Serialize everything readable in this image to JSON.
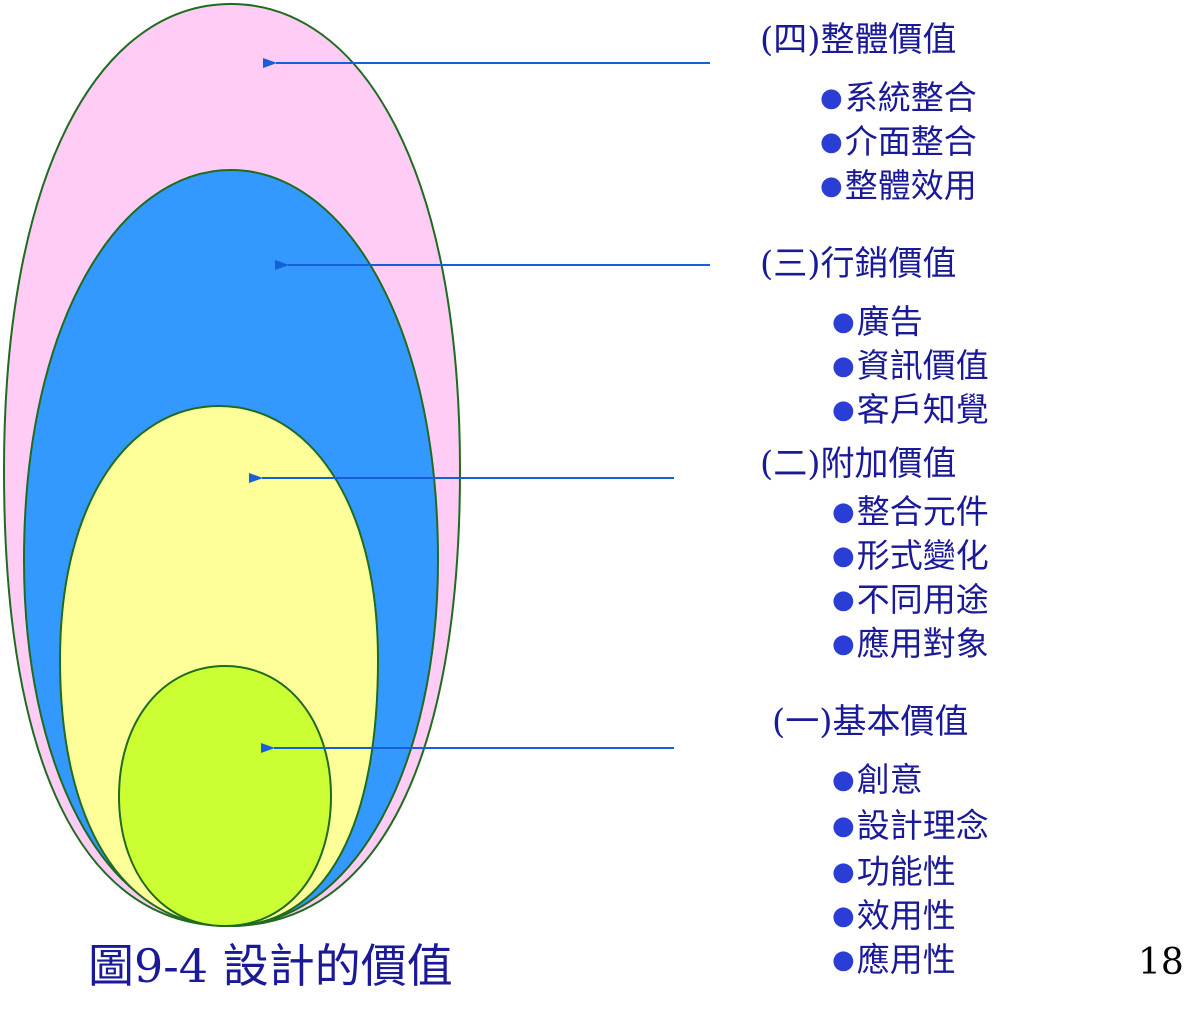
{
  "colors": {
    "outer_ring_fill": "#ffccf6",
    "marketing_ring_fill": "#3399ff",
    "added_ring_fill": "#ffff99",
    "basic_ring_fill": "#ccff33",
    "ring_stroke": "#1f6b1f",
    "arrow": "#1560d8",
    "text": "#1a1a99",
    "bullet": "#2a3ed6"
  },
  "groups": [
    {
      "heading": "(四)整體價值",
      "items": [
        "系統整合",
        "介面整合",
        "整體效用"
      ]
    },
    {
      "heading": "(三)行銷價值",
      "items": [
        "廣告",
        "資訊價值",
        "客戶知覺"
      ]
    },
    {
      "heading": "(二)附加價值",
      "items": [
        "整合元件",
        "形式變化",
        "不同用途",
        "應用對象"
      ]
    },
    {
      "heading": "(一)基本價值",
      "items": [
        "創意",
        "設計理念",
        "功能性",
        "效用性",
        "應用性"
      ]
    }
  ],
  "bullet_glyph": "●",
  "caption": "圖9-4 設計的價值",
  "page_number": "18"
}
